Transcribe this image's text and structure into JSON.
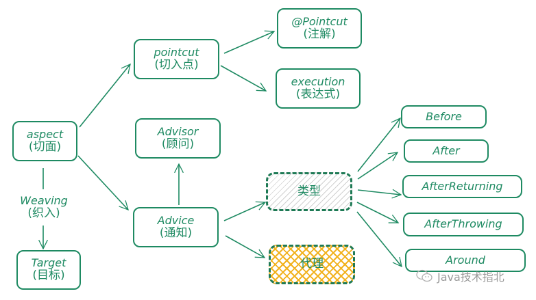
{
  "diagram": {
    "nodes": {
      "aspect": {
        "en": "aspect",
        "zh": "(切面)"
      },
      "target": {
        "en": "Target",
        "zh": "(目标)"
      },
      "pointcut": {
        "en": "pointcut",
        "zh": "(切入点)"
      },
      "advisor": {
        "en": "Advisor",
        "zh": "(顾问)"
      },
      "advice": {
        "en": "Advice",
        "zh": "(通知)"
      },
      "annotation": {
        "en": "@Pointcut",
        "zh": "(注解)"
      },
      "execution": {
        "en": "execution",
        "zh": "(表达式)"
      },
      "type": {
        "zh": "类型"
      },
      "proxy": {
        "zh": "代理"
      },
      "before": {
        "en": "Before"
      },
      "after": {
        "en": "After"
      },
      "after_returning": {
        "en": "AfterReturning"
      },
      "after_throwing": {
        "en": "AfterThrowing"
      },
      "around": {
        "en": "Around"
      }
    },
    "edge_labels": {
      "weaving": {
        "en": "Weaving",
        "zh": "(织入)"
      }
    },
    "colors": {
      "stroke": "#1e8a62",
      "gray_hatch": "#d0d0d0",
      "yellow_hatch": "#f2b21e"
    }
  },
  "watermark": {
    "text": "Java技术指北"
  }
}
